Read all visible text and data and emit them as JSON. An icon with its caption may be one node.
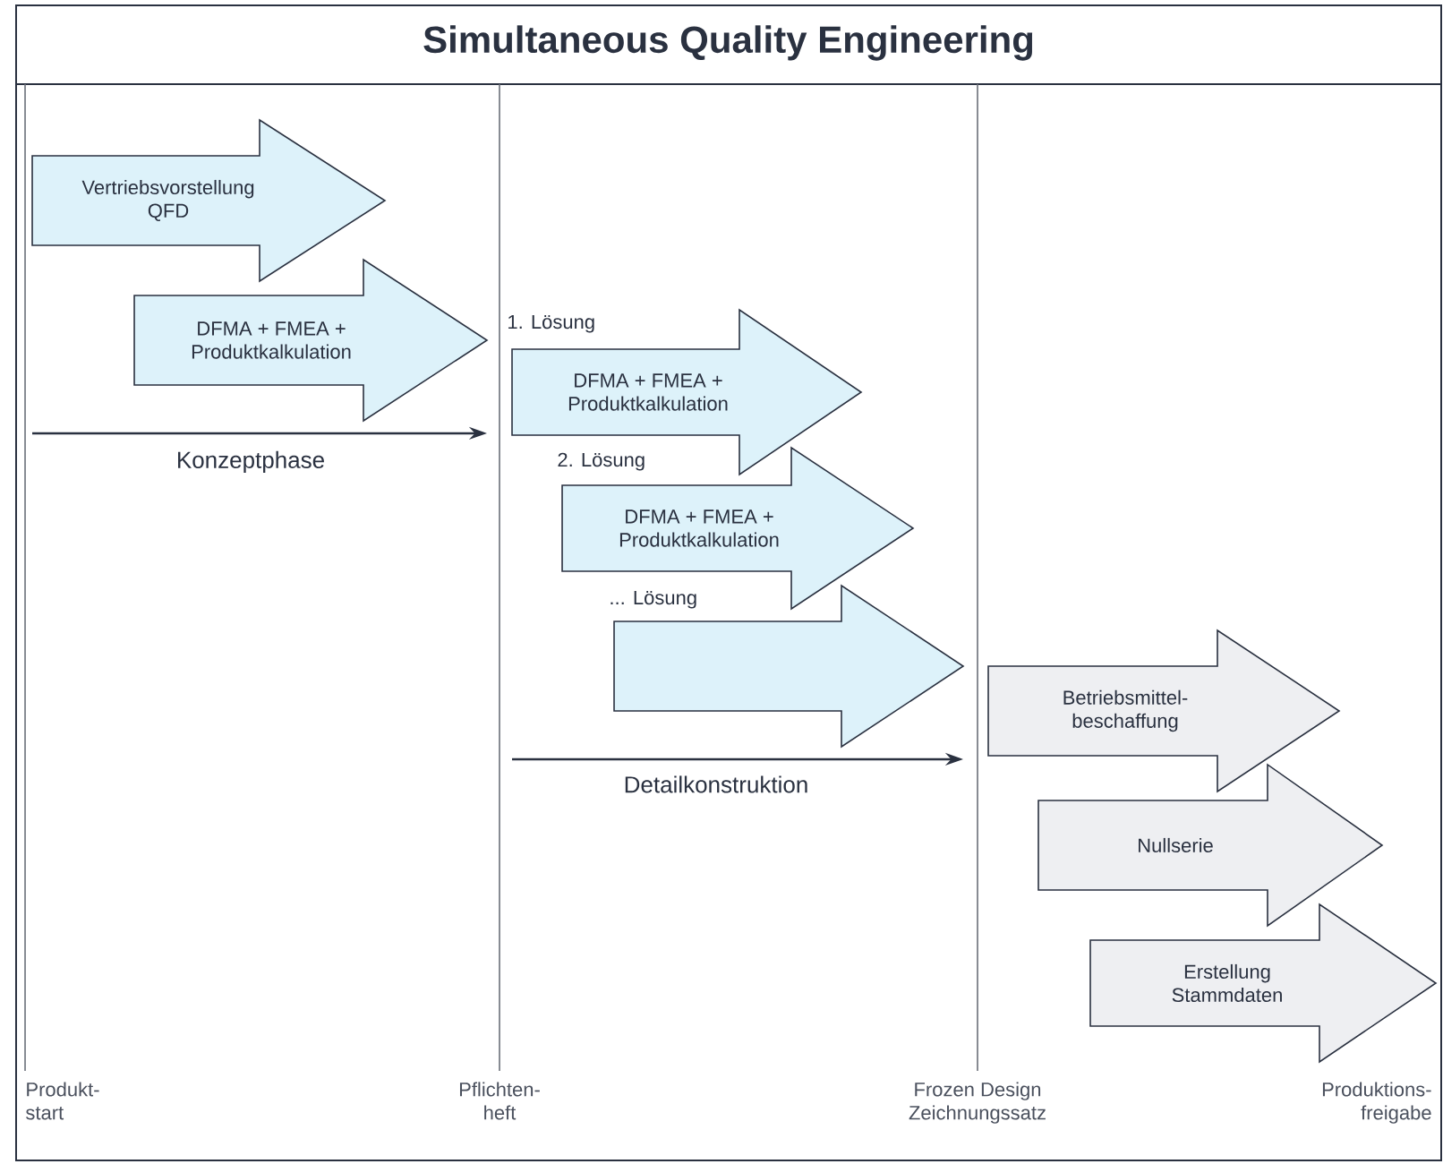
{
  "diagram": {
    "title": "Simultaneous Quality Engineering",
    "nodes": [
      {
        "text": [
          "Vertriebsvorstellung QFD"
        ]
      },
      {
        "text": [
          "DFMA + FMEA + Produktkalkulation"
        ]
      },
      {
        "text": [
          "1. Lösung",
          "DFMA + FMEA + Produktkalkulation"
        ]
      },
      {
        "text": [
          "2. Lösung",
          "DFMA + FMEA + Produktkalkulation"
        ]
      },
      {
        "text": [
          "... Lösung"
        ]
      },
      {
        "text": [
          "Betriebsmittel- beschaffung"
        ]
      },
      {
        "text": [
          "Nullserie"
        ]
      },
      {
        "text": [
          "Erstellung Stammdaten"
        ]
      }
    ],
    "labels": [
      "Konzeptphase",
      "Detailkonstruktion",
      "Produkt- start",
      "Pflichten- heft",
      "Frozen Design Zeichnungssatz",
      "Produktions- freigabe"
    ]
  }
}
